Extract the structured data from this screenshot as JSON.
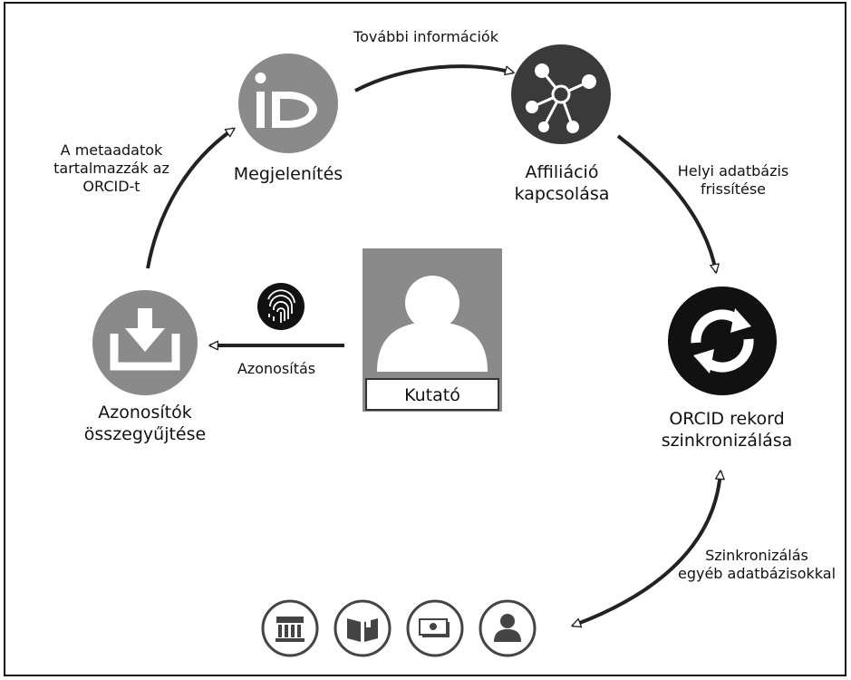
{
  "nodes": {
    "megjelenites": {
      "label": "Megjelenítés"
    },
    "affiliacio": {
      "label_lines": [
        "Affiliáció",
        "kapcsolása"
      ]
    },
    "orcid_sync": {
      "label_lines": [
        "ORCID rekord",
        "szinkronizálása"
      ]
    },
    "azonositok": {
      "label_lines": [
        "Azonosítók",
        "összegyűjtése"
      ]
    },
    "kutato": {
      "label": "Kutató"
    }
  },
  "edges": {
    "tovabbi": {
      "label": "További információk"
    },
    "helyi": {
      "label_lines": [
        "Helyi adatbázis",
        "frissítése"
      ]
    },
    "szinkron_egyeb": {
      "label_lines": [
        "Szinkronizálás",
        "egyéb adatbázisokkal"
      ]
    },
    "metaadatok": {
      "label_lines": [
        "A metaadatok",
        "tartalmazzák az",
        "ORCID-t"
      ]
    },
    "azonositas": {
      "label": "Azonosítás"
    }
  },
  "bottom_icons": [
    "building-icon",
    "book-icon",
    "money-icon",
    "person-icon"
  ],
  "colors": {
    "gray": "#8a8a8a",
    "dark": "#3a3a3a",
    "black": "#111111"
  }
}
